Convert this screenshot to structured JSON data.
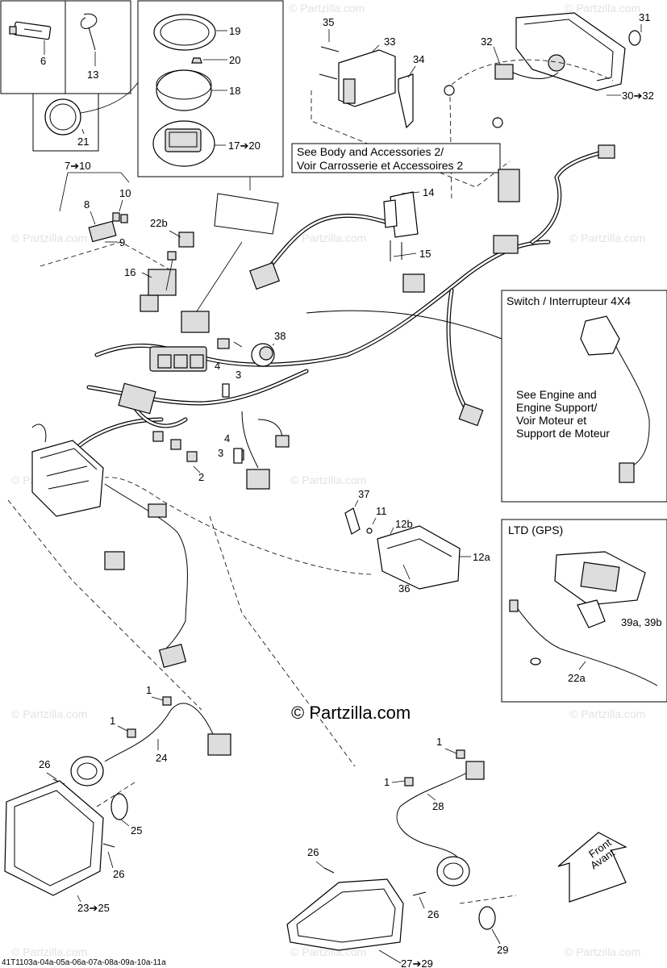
{
  "watermark": "© Partzilla.com",
  "reference_code": "41T1103a-04a-05a-06a-07a-08a-09a-10a-11a",
  "notes": {
    "body_ref_line1": "See Body and Accessories 2/",
    "body_ref_line2": "Voir Carrosserie et Accessoires 2",
    "switch_title": "Switch / Interrupteur 4X4",
    "engine_line1": "See Engine and",
    "engine_line2": "Engine Support/",
    "engine_line3": "Voir Moteur et",
    "engine_line4": "Support de Moteur",
    "gps_title": "LTD (GPS)",
    "front_line1": "Front",
    "front_line2": "Avant"
  },
  "callouts": {
    "c6": "6",
    "c13": "13",
    "c21": "21",
    "c19": "19",
    "c20": "20",
    "c18": "18",
    "c17_20": "17➔20",
    "c35": "35",
    "c33": "33",
    "c34": "34",
    "c31": "31",
    "c32": "32",
    "c30_32": "30➔32",
    "c7_10": "7➔10",
    "c10": "10",
    "c8": "8",
    "c9": "9",
    "c22b": "22b",
    "c16": "16",
    "c14": "14",
    "c15": "15",
    "c38": "38",
    "c4a": "4",
    "c3a": "3",
    "c4b": "4",
    "c3b": "3",
    "c2": "2",
    "c37": "37",
    "c11": "11",
    "c12b": "12b",
    "c12a": "12a",
    "c36": "36",
    "c39": "39a, 39b",
    "c22a": "22a",
    "c1a": "1",
    "c1b": "1",
    "c24": "24",
    "c26a": "26",
    "c25": "25",
    "c26b": "26",
    "c23_25": "23➔25",
    "c1c": "1",
    "c1d": "1",
    "c28": "28",
    "c26c": "26",
    "c26d": "26",
    "c29": "29",
    "c27_29": "27➔29"
  },
  "icons": [
    "tube-icon",
    "cable-tie-icon",
    "gauge-icon",
    "headlight-icon",
    "arrow-icon"
  ]
}
